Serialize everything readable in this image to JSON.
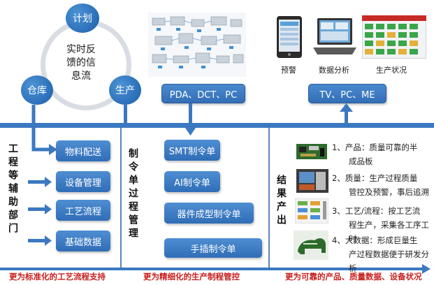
{
  "cycle": {
    "center": [
      "实时反",
      "馈的信",
      "息流"
    ],
    "nodes": {
      "top": "计划",
      "left": "仓库",
      "right": "生产"
    }
  },
  "top_middle": {
    "button": "PDA、DCT、PC"
  },
  "top_right": {
    "captions": [
      "预警",
      "数据分析",
      "生产状况"
    ],
    "button": "TV、PC、ME"
  },
  "left_section": {
    "vertical_label": "工程等辅助部门",
    "buttons": [
      "物料配送",
      "设备管理",
      "工艺流程",
      "基础数据"
    ],
    "footer": "更为标准化的工艺流程支持"
  },
  "middle_section": {
    "vertical_label": "制令单过程管理",
    "buttons": [
      "SMT制令单",
      "AI制令单",
      "器件成型制令单",
      "手插制令单"
    ],
    "footer": "更为精细化的生产制程管控"
  },
  "right_section": {
    "vertical_label": "结果产出",
    "items": [
      [
        "1、产品：质量可靠的半",
        "成品板"
      ],
      [
        "2、质量：生产过程质量",
        "管控及预警，事后追溯"
      ],
      [
        "3、工艺/流程：按工艺流",
        "程生产，采集各工序工时"
      ],
      [
        "4、大数据：形成巨量生",
        "产过程数据便于研发分析"
      ]
    ],
    "footer": "更为可靠的产品、质量数据、设备状况"
  },
  "colors": {
    "accent": "#3b78c2",
    "footer": "#c8201e",
    "button": "#2f6db7"
  }
}
